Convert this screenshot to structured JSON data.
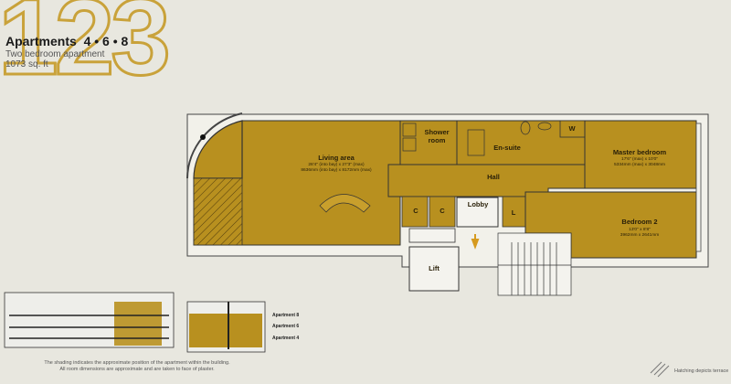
{
  "header": {
    "big_number": "123",
    "title": "Apartments  4 • 6 • 8",
    "subtitle": "Two bedroom apartment",
    "area": "1073 sq. ft"
  },
  "rooms": {
    "living": {
      "name": "Living area",
      "dim_imperial": "28'4\" (into bay) x 27'3\" (max)",
      "dim_metric": "8636mm (into bay) x 8172mm (max)"
    },
    "shower": {
      "name": "Shower room"
    },
    "ensuite": {
      "name": "En-suite"
    },
    "wardrobe": {
      "name": "W"
    },
    "master": {
      "name": "Master bedroom",
      "dim_imperial": "17'6\" (max) x 10'0\"",
      "dim_metric": "5334mm (max) x 3048mm"
    },
    "hall": {
      "name": "Hall"
    },
    "cupboard1": {
      "name": "C"
    },
    "cupboard2": {
      "name": "C"
    },
    "lobby": {
      "name": "Lobby"
    },
    "linen": {
      "name": "L"
    },
    "bedroom2": {
      "name": "Bedroom 2",
      "dim_imperial": "13'0\" x 8'8\"",
      "dim_metric": "3962mm x 2641mm"
    },
    "lift": {
      "name": "Lift"
    }
  },
  "elevation": {
    "labels": [
      "Apartment 8",
      "Apartment 6",
      "Apartment 4"
    ]
  },
  "notes": {
    "line1": "The shading indicates the approximate position of the apartment within the building.",
    "line2": "All room dimensions are approximate and are taken to face of plaster.",
    "hatching": "Hatching depicts terrace"
  },
  "colors": {
    "fill": "#b8901f",
    "background": "#e8e7df",
    "outline": "#c9a23a"
  }
}
